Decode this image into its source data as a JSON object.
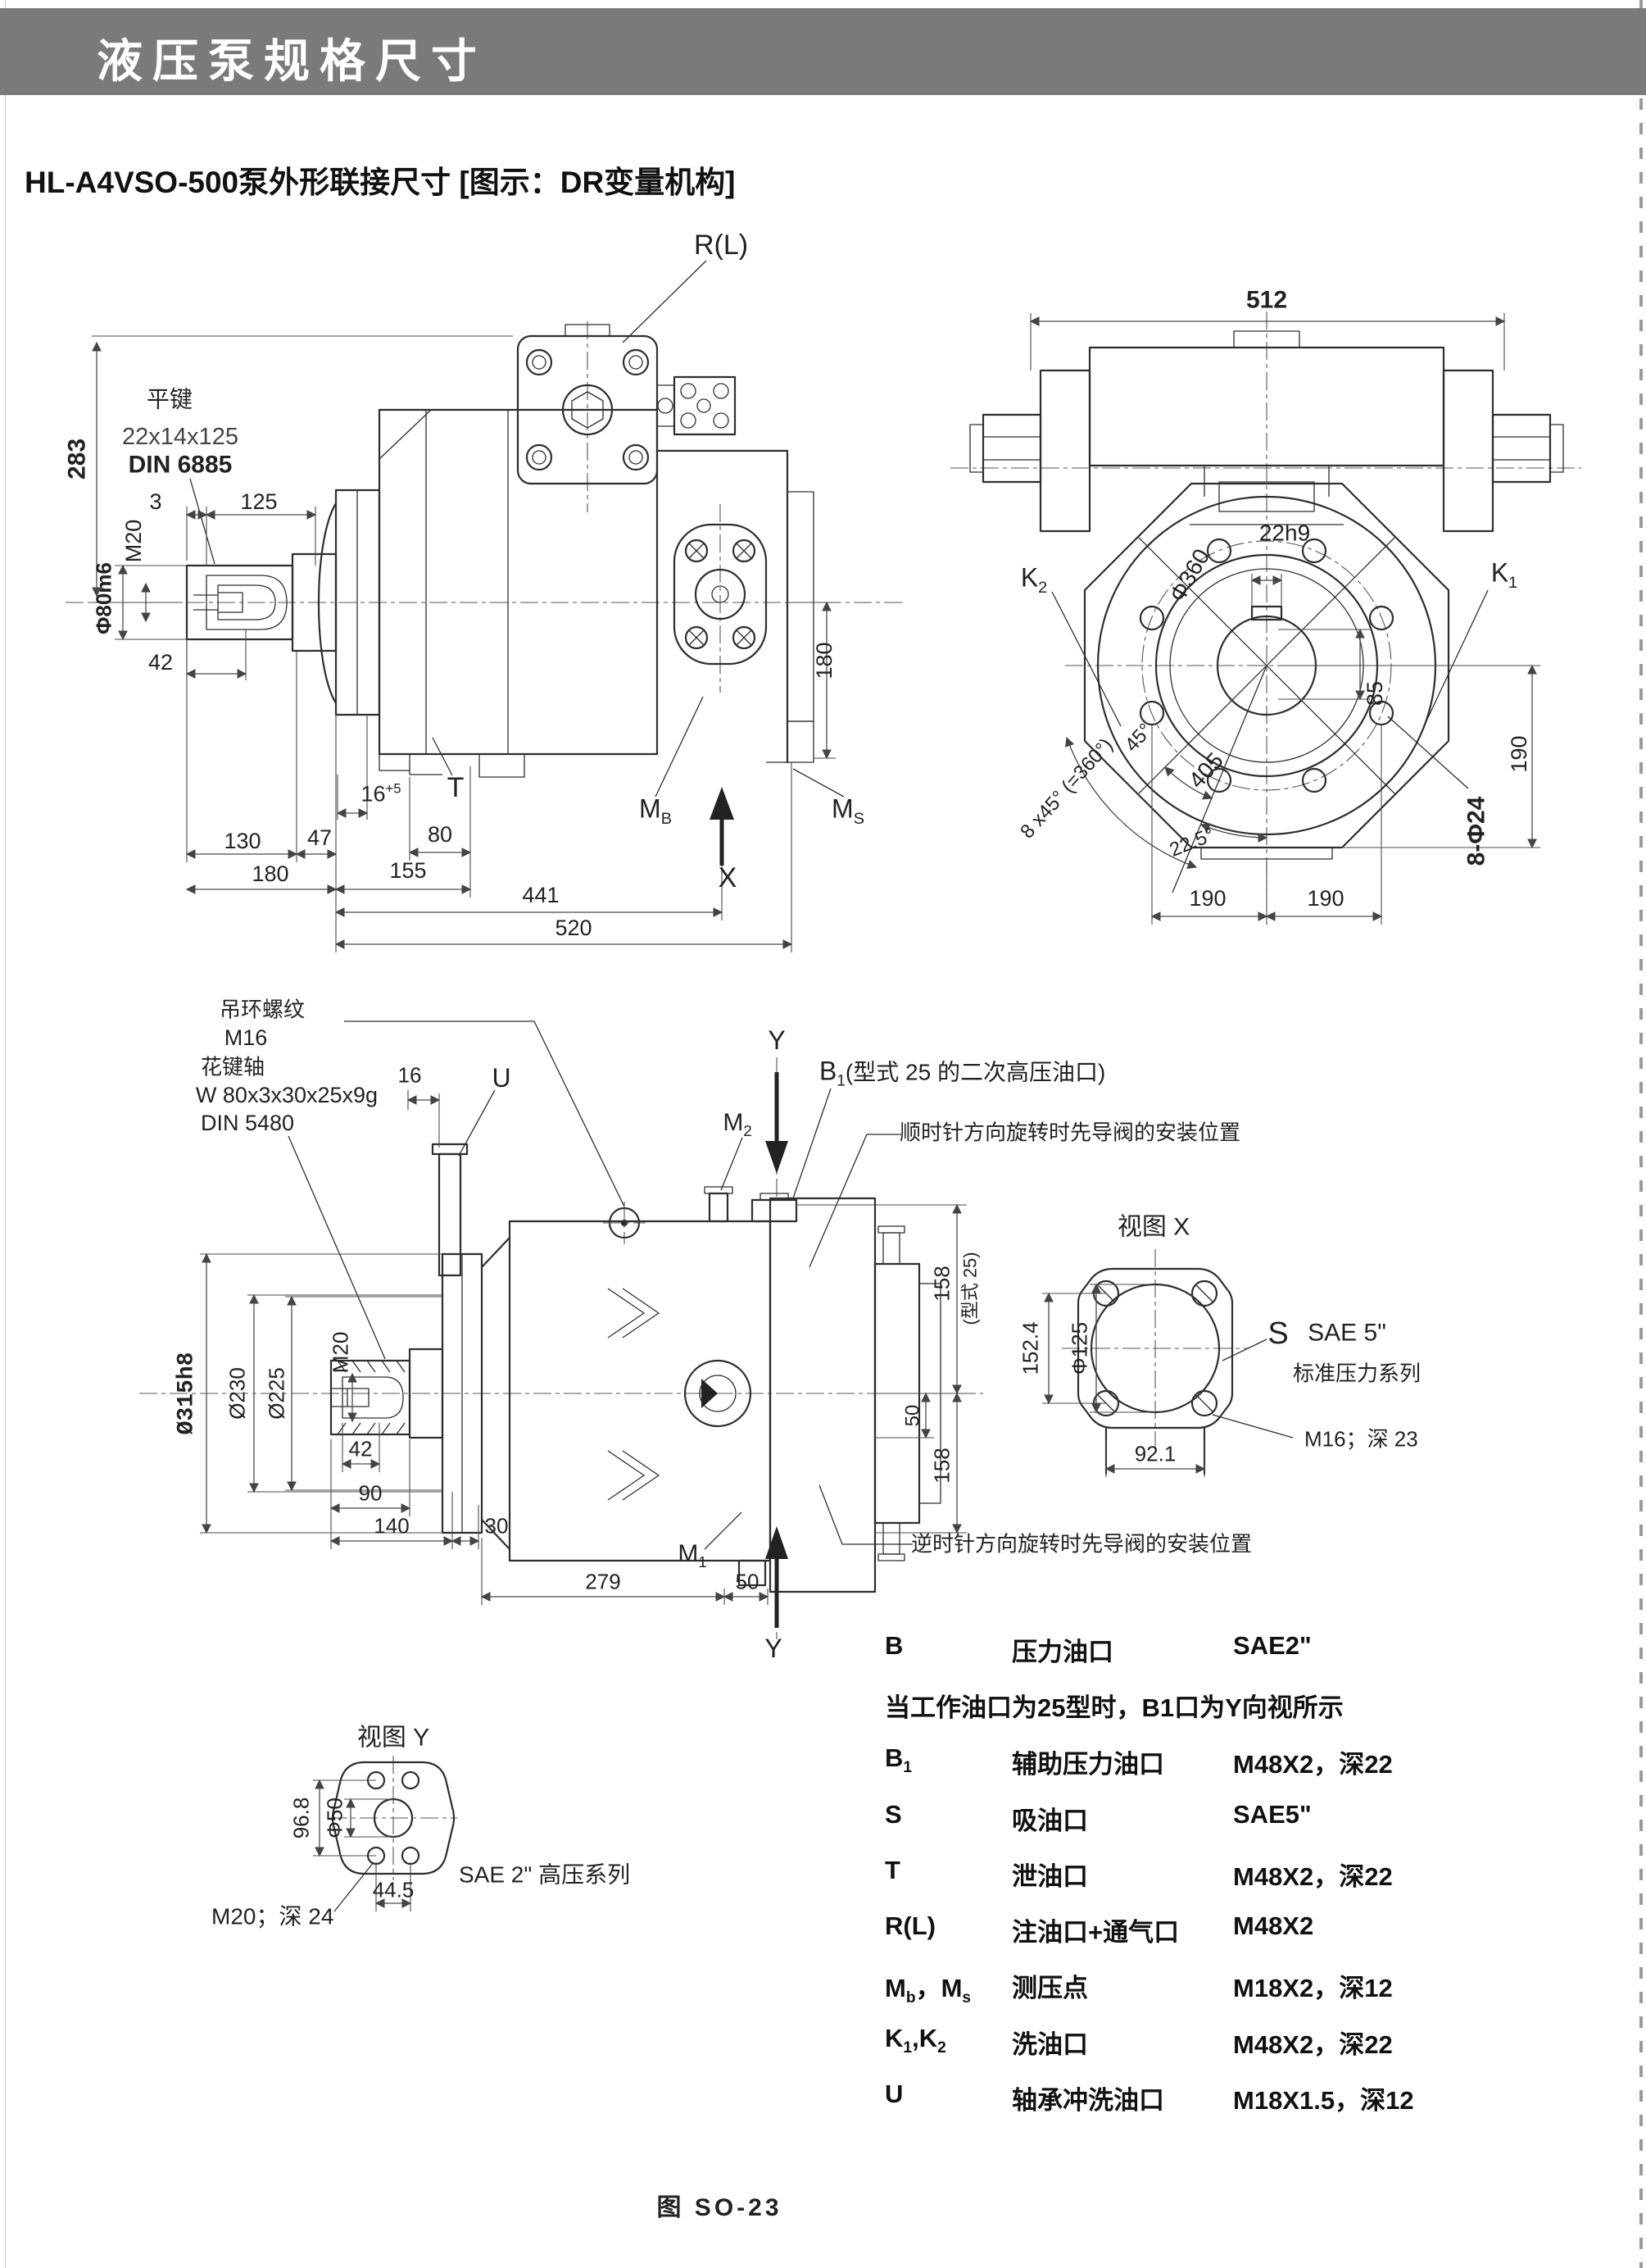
{
  "page": {
    "header_title": "液压泵规格尺寸",
    "section_title": "HL-A4VSO-500泵外形联接尺寸 [图示：DR变量机构]",
    "caption": "图  SO-23"
  },
  "view1": {
    "rl": "R(L)",
    "pingjian": "平键",
    "key_size": "22x14x125",
    "din": "DIN 6885",
    "d283": "283",
    "d3": "3",
    "d125": "125",
    "m20": "M20",
    "phi80": "Φ80m6",
    "d42": "42",
    "d16_main": "16",
    "d16_sup": "+5",
    "t": "T",
    "d130": "130",
    "d47": "47",
    "d80": "80",
    "d180b": "180",
    "d155": "155",
    "d441": "441",
    "d520": "520",
    "mb_main": "M",
    "mb_sub": "B",
    "x": "X",
    "ms_main": "M",
    "ms_sub": "S",
    "d180r": "180"
  },
  "view2": {
    "d512": "512",
    "d22h9": "22h9",
    "phi360": "Φ360",
    "d405": "405",
    "k2_main": "K",
    "k2_sub": "2",
    "k1_main": "K",
    "k1_sub": "1",
    "d85": "85",
    "arc": "8 x45° (=360°)",
    "d45": "45°",
    "d22_5": "22.5°",
    "d190l": "190",
    "d190r": "190",
    "d190v": "190",
    "d8phi24": "8-Φ24"
  },
  "view3": {
    "lift1": "吊环螺纹",
    "lift2": "M16",
    "spl1": "花键轴",
    "spl2": "W 80x3x30x25x9g",
    "spl3": "DIN 5480",
    "d16": "16",
    "u": "U",
    "y_top": "Y",
    "m2_main": "M",
    "m2_sub": "2",
    "b1_main": "B",
    "b1_sub": "1",
    "b1_rest": "(型式 25 的二次高压油口)",
    "cw": "顺时针方向旋转时先导阀的安装位置",
    "phi315": "Ø315h8",
    "phi230": "Ø230",
    "phi225": "Ø225",
    "m20": "M20",
    "d42": "42",
    "d90": "90",
    "d140": "140",
    "d30": "30",
    "d279": "279",
    "d50b": "50",
    "m1_main": "M",
    "m1_sub": "1",
    "y_bot": "Y",
    "ccw": "逆时针方向旋转时先导阀的安装位置",
    "d158t": "158",
    "d158t2": "(型式 25)",
    "d50r": "50",
    "d158b": "158"
  },
  "view4": {
    "title": "视图 X",
    "d152": "152.4",
    "dphi125": "Φ125",
    "s_big": "S",
    "sae5": "SAE 5\"",
    "std": "标准压力系列",
    "m16": "M16；深 23",
    "d92": "92.1"
  },
  "view5": {
    "title": "视图 Y",
    "d968": "96.8",
    "dphi50": "Φ50",
    "d445": "44.5",
    "m20": "M20；深 24",
    "sae2": "SAE 2\" 高压系列"
  },
  "port_table": {
    "b": {
      "sym": "B",
      "name": "压力油口",
      "spec": "SAE2\""
    },
    "note": "当工作油口为25型时，B1口为Y向视所示",
    "b1": {
      "sym_main": "B",
      "sym_sub": "1",
      "name": "辅助压力油口",
      "spec": "M48X2，深22"
    },
    "s": {
      "sym": "S",
      "name": "吸油口",
      "spec": "SAE5\""
    },
    "t": {
      "sym": "T",
      "name": "泄油口",
      "spec": "M48X2，深22"
    },
    "rl": {
      "sym": "R(L)",
      "name": "注油口+通气口",
      "spec": "M48X2"
    },
    "m": {
      "sym_a": "M",
      "sym_a_sub": "b",
      "sym_sep": "，",
      "sym_b": "M",
      "sym_b_sub": "s",
      "name": "测压点",
      "spec": "M18X2，深12"
    },
    "k": {
      "sym_a": "K",
      "sym_a_sub": "1",
      "sym_sep": ",",
      "sym_b": "K",
      "sym_b_sub": "2",
      "name": "洗油口",
      "spec": "M48X2，深22"
    },
    "u": {
      "sym": "U",
      "name": "轴承冲洗油口",
      "spec": "M18X1.5，深12"
    }
  }
}
